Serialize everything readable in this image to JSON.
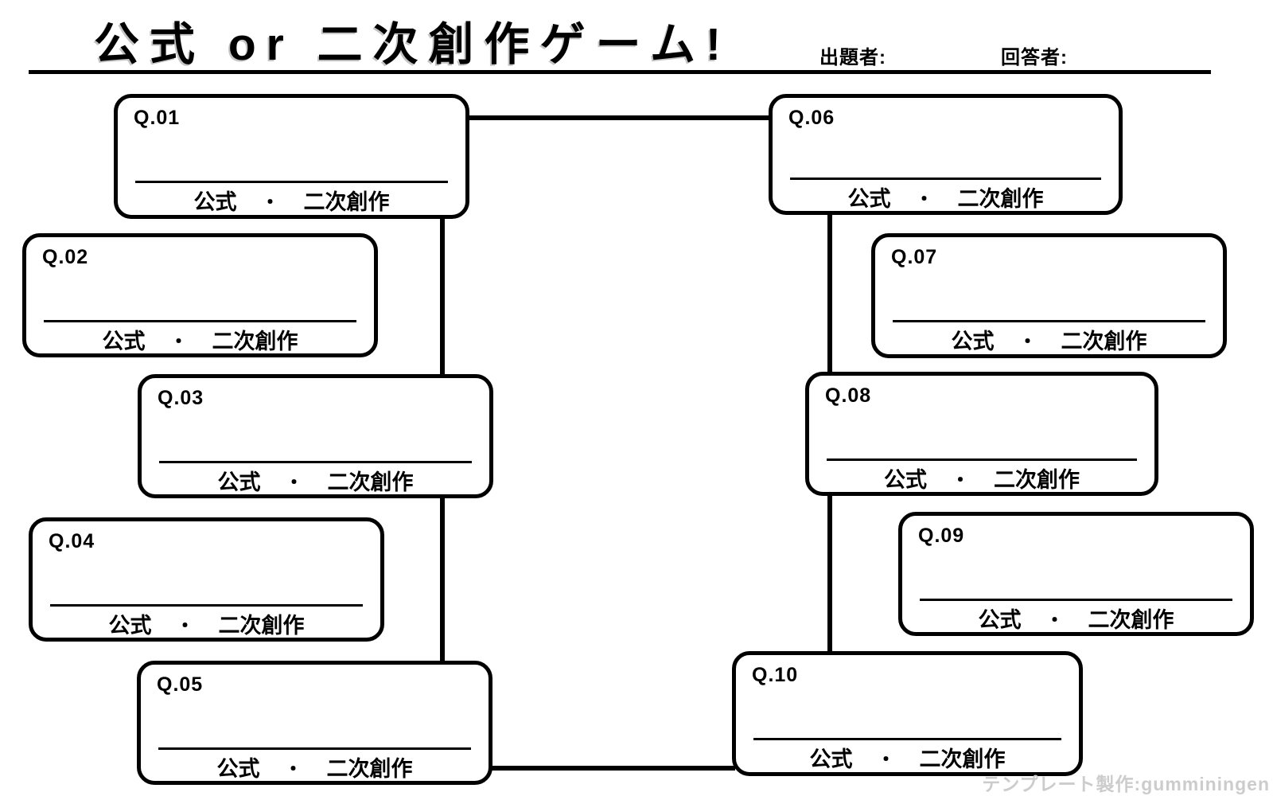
{
  "header": {
    "title": "公式 or 二次創作ゲーム!",
    "questioner_label": "出題者:",
    "answerer_label": "回答者:"
  },
  "options": {
    "official": "公式",
    "separator": "・",
    "fanmade": "二次創作"
  },
  "questions": [
    {
      "id": "Q.01"
    },
    {
      "id": "Q.02"
    },
    {
      "id": "Q.03"
    },
    {
      "id": "Q.04"
    },
    {
      "id": "Q.05"
    },
    {
      "id": "Q.06"
    },
    {
      "id": "Q.07"
    },
    {
      "id": "Q.08"
    },
    {
      "id": "Q.09"
    },
    {
      "id": "Q.10"
    }
  ],
  "footer": {
    "credit": "テンプレート製作:gumminingen"
  },
  "colors": {
    "ink": "#000000",
    "credit_gray": "#cccccc",
    "background": "#ffffff"
  }
}
